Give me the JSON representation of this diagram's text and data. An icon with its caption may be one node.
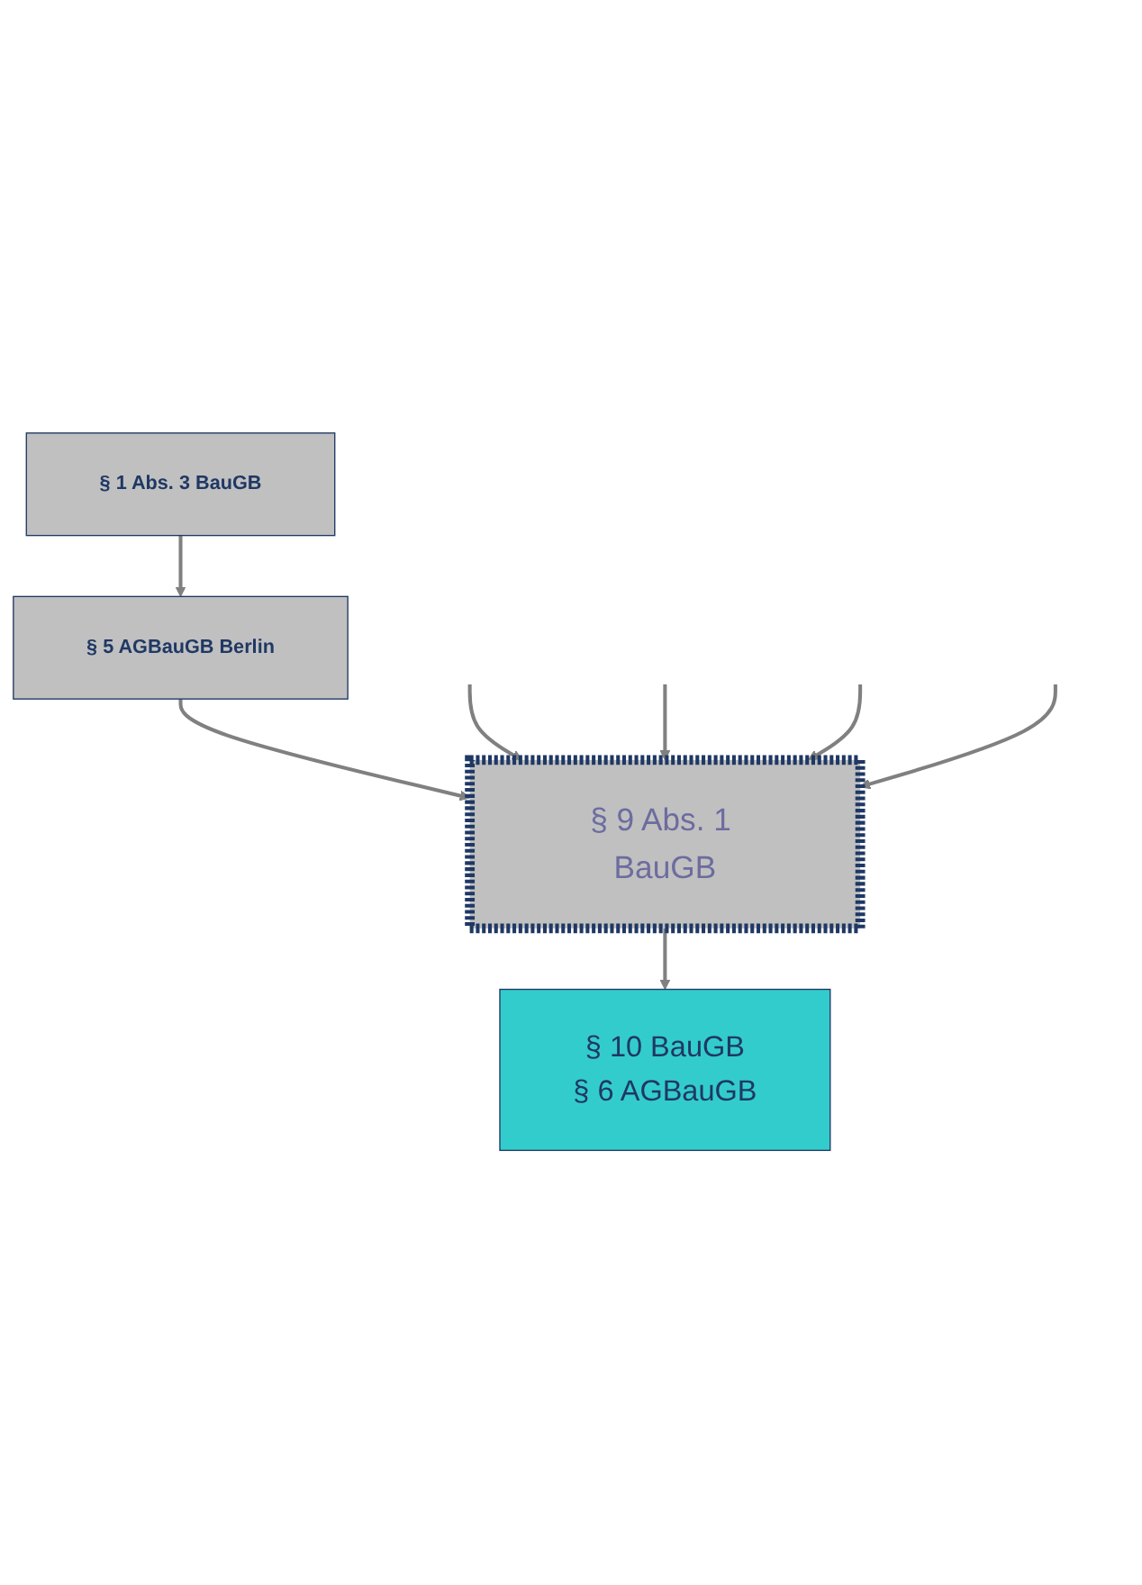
{
  "diagram": {
    "nodes": [
      {
        "text": [
          "§ 1 Abs. 3 BauGB"
        ]
      },
      {
        "text": [
          "§ 5 AGBauGB Berlin"
        ]
      },
      {
        "text": [
          "§ 9 Abs. 1 BauGB"
        ]
      },
      {
        "text": [
          "§ 10 BauGB",
          "§ 6 AGBauGB"
        ]
      }
    ],
    "edges": [
      {
        "from": 0,
        "to": 1,
        "arrow": "to"
      },
      {
        "from": 1,
        "to": 2,
        "arrow": "to"
      },
      {
        "from": 2,
        "to": 3,
        "arrow": "to"
      },
      {
        "from": null,
        "to": 2,
        "arrow": "to"
      },
      {
        "from": null,
        "to": 2,
        "arrow": "to"
      },
      {
        "from": null,
        "to": 2,
        "arrow": "to"
      },
      {
        "from": null,
        "to": 2,
        "arrow": "to"
      }
    ]
  }
}
